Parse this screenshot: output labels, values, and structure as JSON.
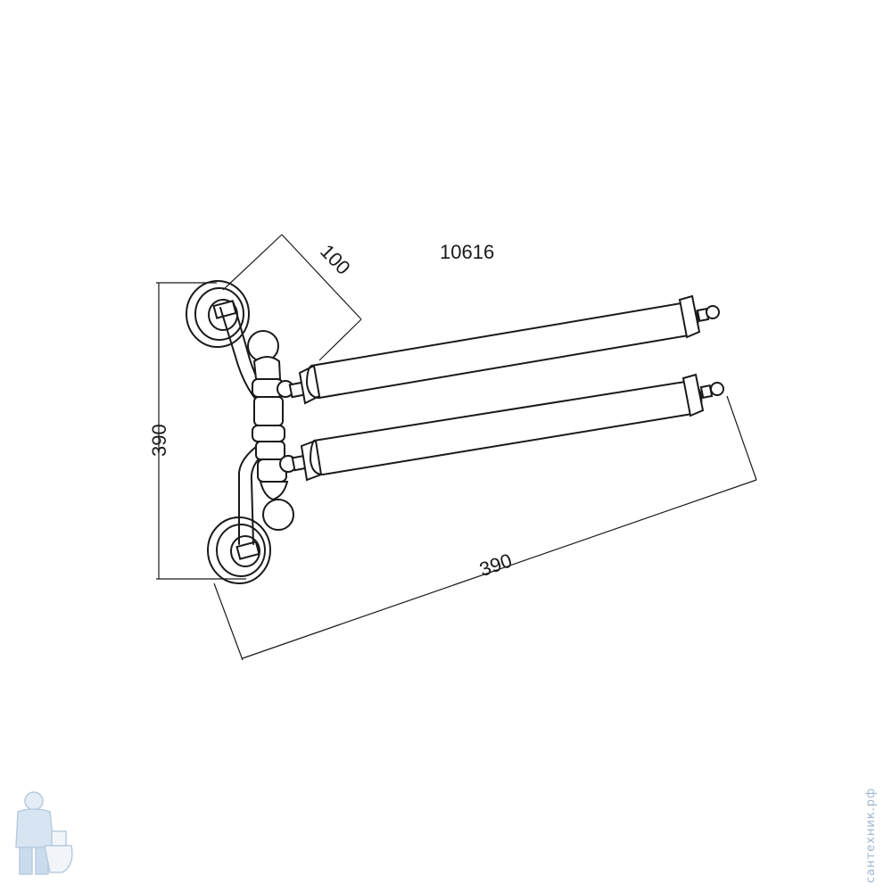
{
  "model_number": "10616",
  "dimensions": {
    "arm_offset": "100",
    "height": "390",
    "length": "390"
  },
  "watermark": {
    "vertical_text": "сантехник.рф"
  },
  "colors": {
    "line": "#1a1a1a",
    "background": "#ffffff",
    "watermark": "#9fb7cf"
  }
}
